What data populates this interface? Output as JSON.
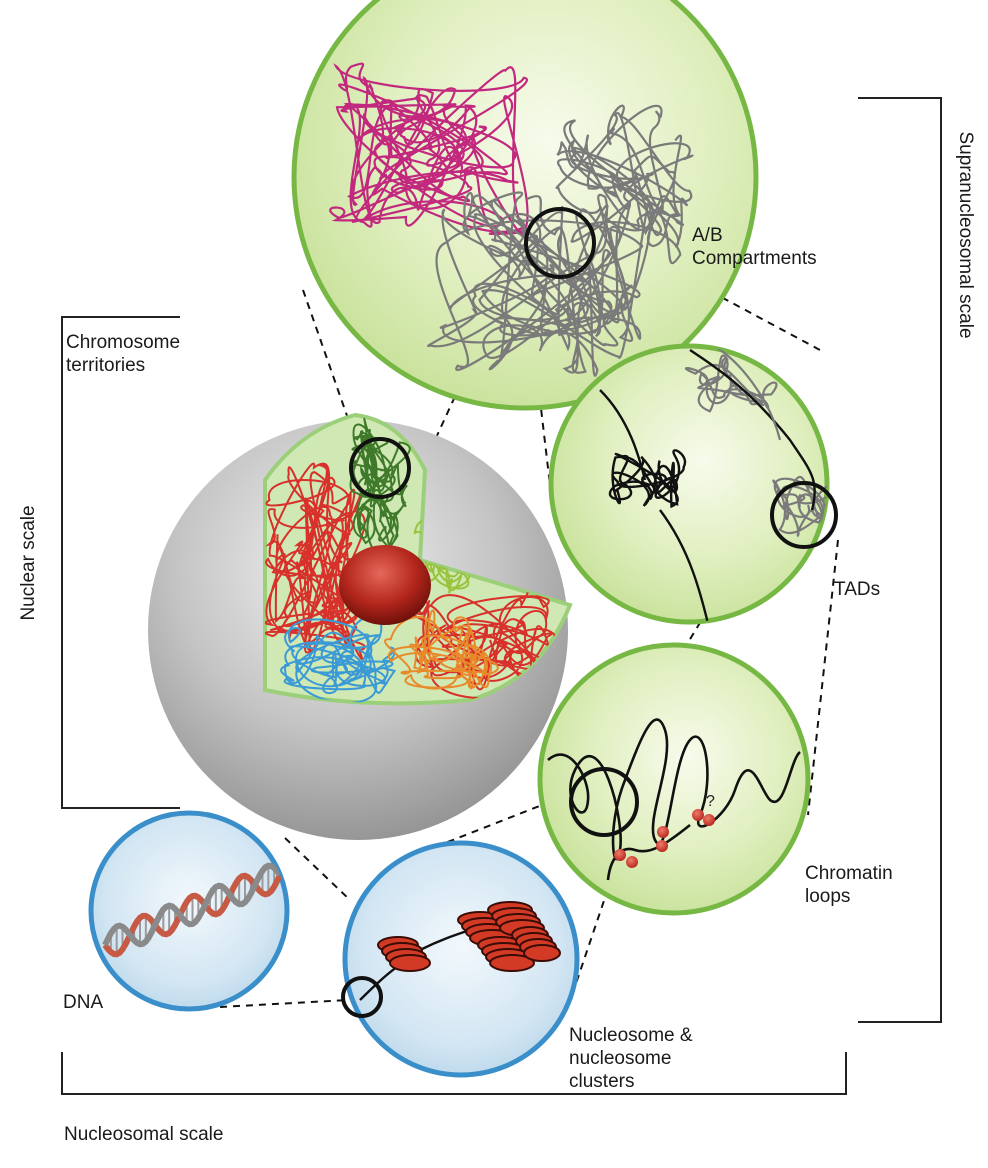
{
  "scale_labels": {
    "nuclear": "Nuclear scale",
    "supranucleosomal": "Supranucleosomal scale",
    "nucleosomal": "Nucleosomal scale"
  },
  "structure_labels": {
    "chromosome_territories": [
      "Chromosome",
      "territories"
    ],
    "ab_compartments": [
      "A/B",
      "Compartments"
    ],
    "tads": "TADs",
    "chromatin_loops": [
      "Chromatin",
      "loops"
    ],
    "nucleosome_clusters": [
      "Nucleosome &",
      "nucleosome",
      "clusters"
    ],
    "dna": "DNA",
    "question_mark": "?"
  },
  "colors": {
    "green_rim": "#76b843",
    "green_fill": "#d9ebb4",
    "blue_rim": "#3a8fca",
    "blue_fill": "#cfe3f1",
    "territory_red": "#d8302b",
    "territory_green": "#3f7a2a",
    "territory_lightgreen": "#9ac33d",
    "territory_blue": "#3a9ad6",
    "territory_orange": "#e98a2a",
    "compartment_magenta": "#c2287e",
    "compartment_gray": "#7a7a7a",
    "nucleosome_red": "#d33a26"
  },
  "icons": [
    "nucleus-sphere-icon",
    "dna-helix-icon",
    "nucleosome-icon",
    "loop-anchor-icon",
    "zoom-circle-icon"
  ]
}
